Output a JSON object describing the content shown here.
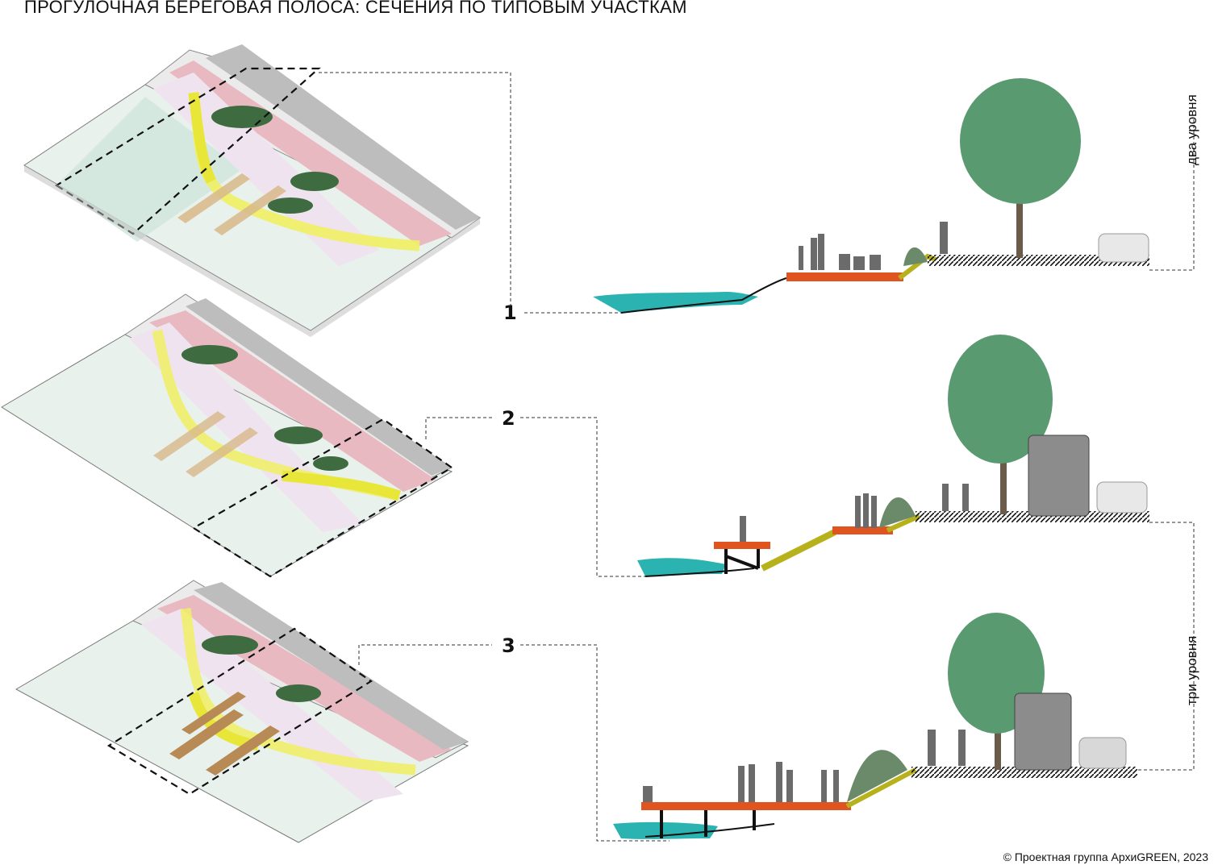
{
  "title": "ПРОГУЛОЧНАЯ БЕРЕГОВАЯ ПОЛОСА: СЕЧЕНИЯ ПО ТИПОВЫМ УЧАСТКАМ",
  "sections": [
    {
      "number": "1"
    },
    {
      "number": "2"
    },
    {
      "number": "3"
    }
  ],
  "levels": {
    "two": "два уровня",
    "three": "три уровня"
  },
  "copyright": "© Проектная группа АрхиGREEN, 2023",
  "colors": {
    "water": "#2ab3b0",
    "deck": "#e0551f",
    "path_yellow": "#f2f06a",
    "bike_lane": "#d86a7a",
    "road": "#9a9a9a",
    "tree": "#5a9a70",
    "ground": "#111111",
    "slope": "#b7b21c"
  }
}
